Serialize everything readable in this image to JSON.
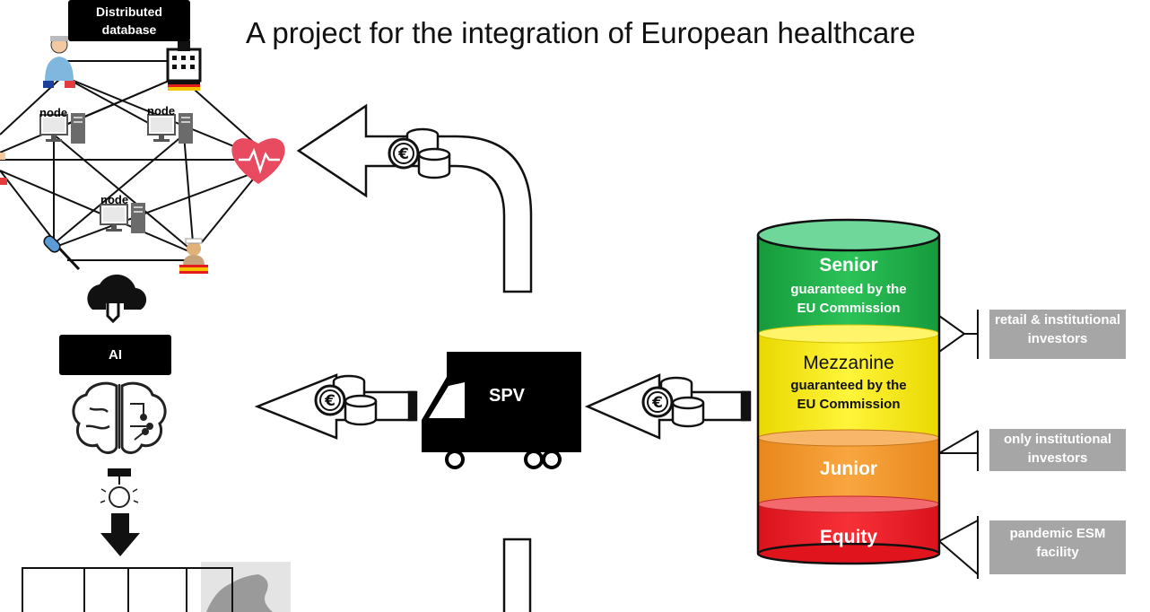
{
  "title": "A project for the integration of European healthcare",
  "db_label": [
    "Distributed",
    "database"
  ],
  "node_label": "node",
  "ai_label": "AI",
  "spv_label": "SPV",
  "tranches": {
    "senior": {
      "name": "Senior",
      "note": [
        "guaranteed by the",
        "EU Commission"
      ],
      "color": "#1db34a"
    },
    "mezzanine": {
      "name": "Mezzanine",
      "note": [
        "guaranteed by the",
        "EU Commission"
      ],
      "color": "#ffee00"
    },
    "junior": {
      "name": "Junior",
      "color": "#f39a2a"
    },
    "equity": {
      "name": "Equity",
      "color": "#ee1c25"
    }
  },
  "investors": [
    [
      "retail & institutional",
      "investors"
    ],
    [
      "only institutional",
      "investors"
    ],
    [
      "pandemic ESM",
      "facility"
    ]
  ],
  "icons": [
    "doctor-icon",
    "hospital-icon",
    "computer-icon",
    "heart-icon",
    "thermometer-icon",
    "nurse-icon",
    "cloud-download-icon",
    "brain-icon",
    "lightbulb-icon",
    "coins-icon",
    "truck-icon"
  ]
}
